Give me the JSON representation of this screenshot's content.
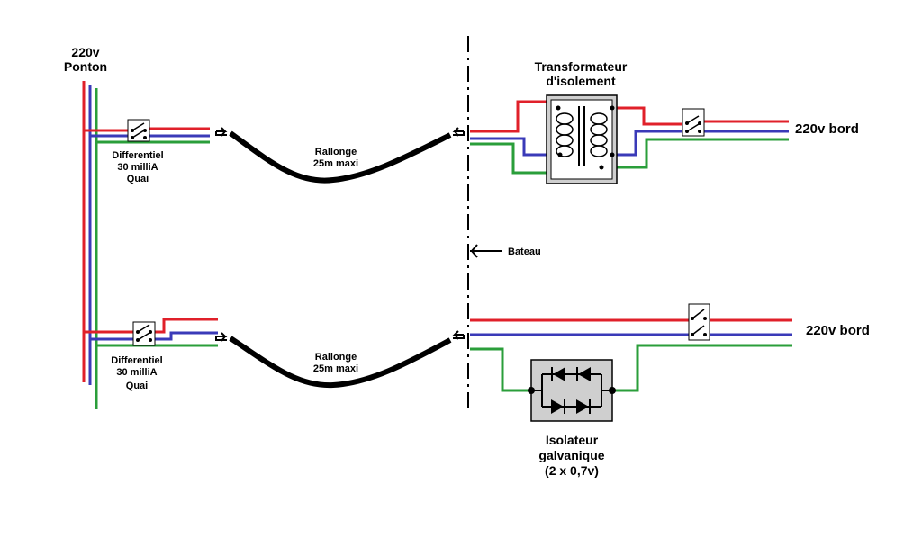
{
  "labels": {
    "ponton_voltage": "220v",
    "ponton": "Ponton",
    "diff_top_1": "Differentiel",
    "diff_top_2": "30 milliA",
    "diff_top_3": "Quai",
    "diff_bottom_1": "Differentiel",
    "diff_bottom_2": "30 milliA",
    "diff_bottom_3": "Quai",
    "rallonge_top_1": "Rallonge",
    "rallonge_top_2": "25m  maxi",
    "rallonge_bottom_1": "Rallonge",
    "rallonge_bottom_2": "25m  maxi",
    "transfo_1": "Transformateur",
    "transfo_2": "d'isolement",
    "bord_top": "220v bord",
    "bord_bottom": "220v bord",
    "bateau": "Bateau",
    "isolateur_1": "Isolateur",
    "isolateur_2": "galvanique",
    "isolateur_3": "(2 x 0,7v)"
  },
  "colors": {
    "phase": "#e0202a",
    "neutral": "#3a3ab8",
    "earth": "#2a9e3a",
    "cable": "#000000",
    "box_fill": "#cfcfcf"
  }
}
